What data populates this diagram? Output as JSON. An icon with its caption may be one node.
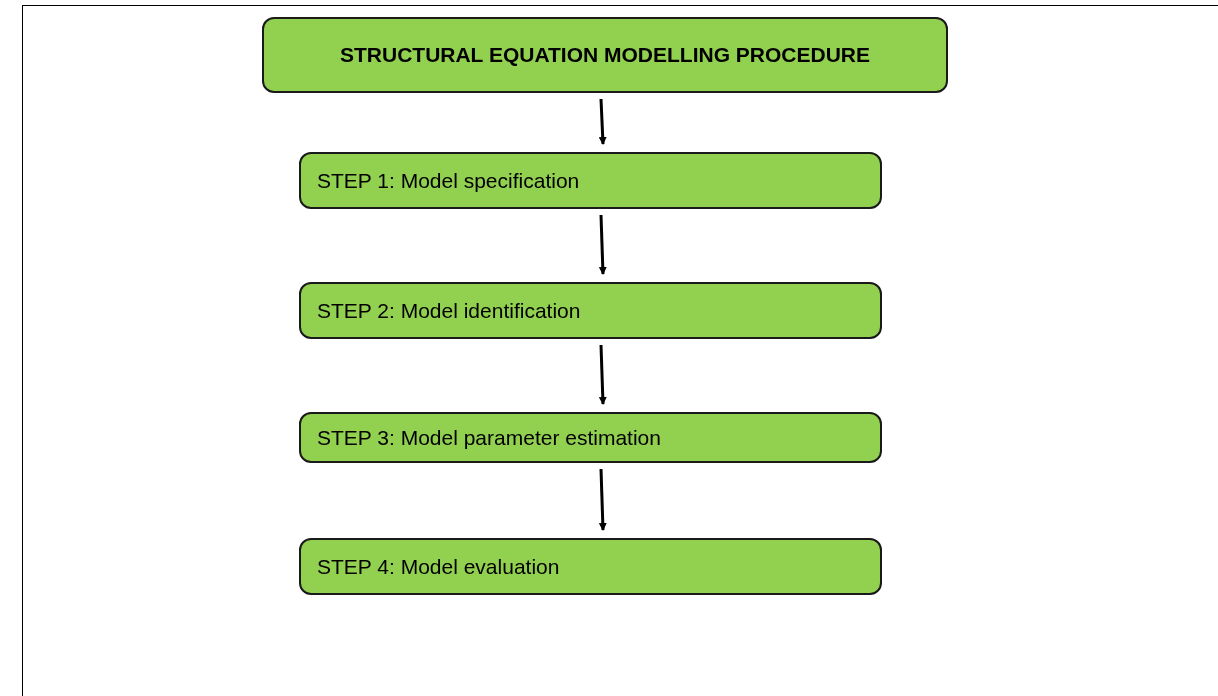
{
  "diagram": {
    "nodes": [
      {
        "text": [
          "STRUCTURAL EQUATION MODELLING PROCEDURE"
        ]
      },
      {
        "text": [
          "STEP 1: Model specification"
        ]
      },
      {
        "text": [
          "STEP 2: Model identification"
        ]
      },
      {
        "text": [
          "STEP 3: Model parameter estimation"
        ]
      },
      {
        "text": [
          "STEP 4: Model evaluation"
        ]
      }
    ],
    "edges": [
      {
        "from": 0,
        "to": 1,
        "arrow": "to"
      },
      {
        "from": 1,
        "to": 2,
        "arrow": "to"
      },
      {
        "from": 2,
        "to": 3,
        "arrow": "to"
      },
      {
        "from": 3,
        "to": 4,
        "arrow": "to"
      }
    ]
  }
}
